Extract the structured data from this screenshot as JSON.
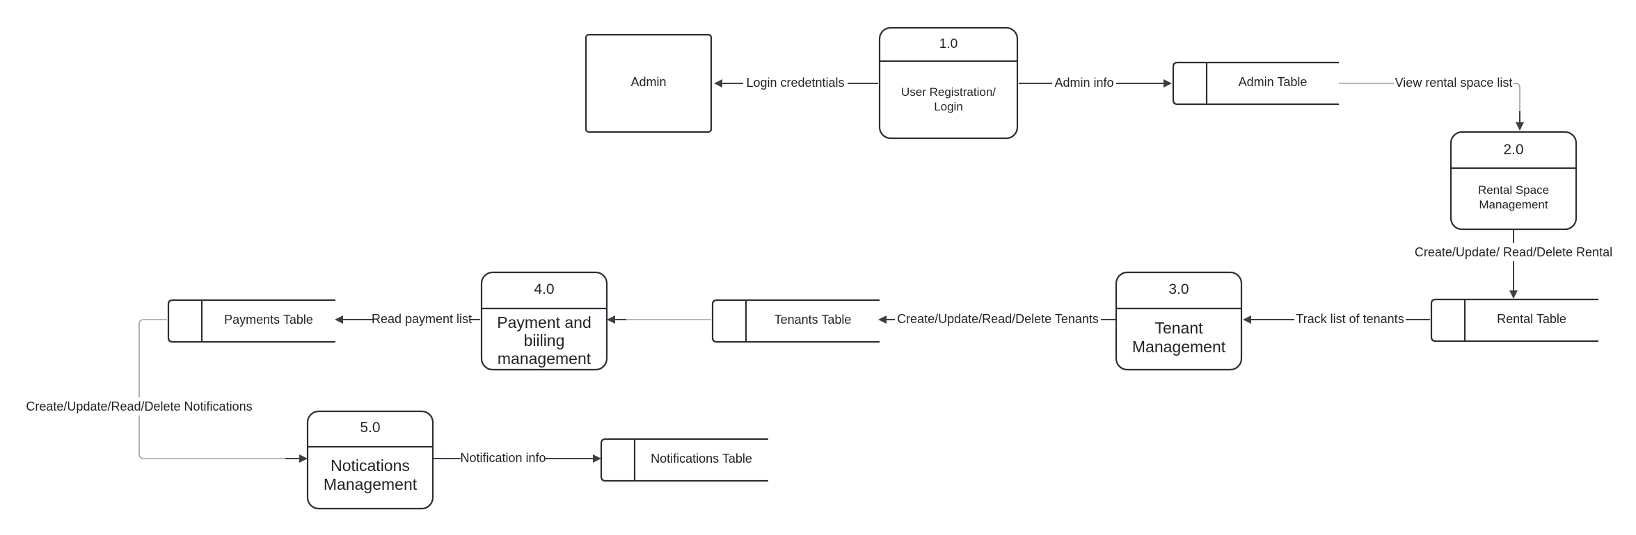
{
  "external_entities": {
    "admin": "Admin"
  },
  "processes": {
    "p1": {
      "number": "1.0",
      "title_lines": [
        "User Registration/",
        "Login"
      ]
    },
    "p2": {
      "number": "2.0",
      "title_lines": [
        "Rental Space",
        "Management"
      ]
    },
    "p3": {
      "number": "3.0",
      "title_lines": [
        "Tenant",
        "Management"
      ]
    },
    "p4": {
      "number": "4.0",
      "title_lines": [
        "Payment and",
        "biiling",
        "management"
      ]
    },
    "p5": {
      "number": "5.0",
      "title_lines": [
        "Notications",
        "Management"
      ]
    }
  },
  "data_stores": {
    "admin_table": "Admin Table",
    "rental_table": "Rental Table",
    "tenants_table": "Tenants Table",
    "payments_table": "Payments Table",
    "notifications_table": "Notifications Table"
  },
  "flows": {
    "login_credentials": "Login credetntials",
    "admin_info": "Admin info",
    "view_rental_space_list": "View rental space list",
    "crud_rental": "Create/Update/ Read/Delete Rental",
    "track_list_of_tenants": "Track list of tenants",
    "crud_tenants": "Create/Update/Read/Delete Tenants",
    "read_payment_list": "Read payment list",
    "crud_notifications": "Create/Update/Read/Delete Notifications",
    "notification_info": "Notification info"
  }
}
